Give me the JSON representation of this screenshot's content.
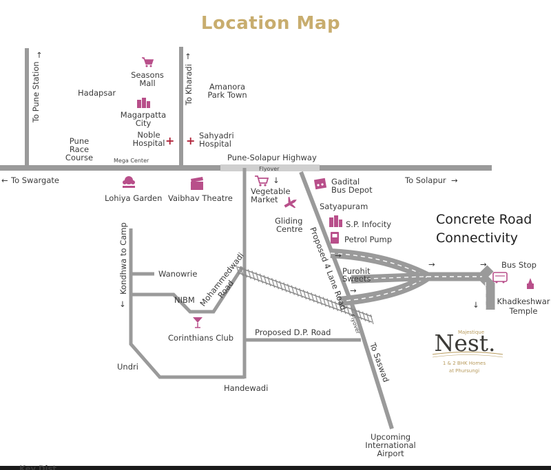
{
  "title": "Location Map",
  "roads": {
    "to_pune_station": "To Pune Station",
    "to_kharadi": "To Kharadi",
    "pune_solapur_highway": "Pune-Solapur Highway",
    "flyover": "Flyover",
    "to_swargate": "To Swargate",
    "to_solapur": "To Solapur",
    "kondhwa_to_camp": "Kondhwa to Camp",
    "mohammedwadi_road_1": "Mohammedwadi",
    "mohammedwadi_road_2": "Road",
    "proposed_4_lane_road": "Proposed 4 Lane Road",
    "proposed_dp_road": "Proposed D.P. Road",
    "to_saswad": "To Saswad",
    "flyover_lower": "Flyover"
  },
  "places": {
    "hadapsar": "Hadapsar",
    "seasons_mall_1": "Seasons",
    "seasons_mall_2": "Mall",
    "magarpatta_1": "Magarpatta",
    "magarpatta_2": "City",
    "noble_1": "Noble",
    "noble_2": "Hospital",
    "amanora_1": "Amanora",
    "amanora_2": "Park Town",
    "sahyadri_1": "Sahyadri",
    "sahyadri_2": "Hospital",
    "pune_race_1": "Pune",
    "pune_race_2": "Race",
    "pune_race_3": "Course",
    "mega_center": "Mega Center",
    "lohiya_garden": "Lohiya Garden",
    "vaibhav_theatre": "Vaibhav Theatre",
    "vegetable_1": "Vegetable",
    "vegetable_2": "Market",
    "gadital_1": "Gadital",
    "gadital_2": "Bus Depot",
    "satyapuram": "Satyapuram",
    "gliding_1": "Gliding",
    "gliding_2": "Centre",
    "sp_infocity": "S.P. Infocity",
    "petrol_pump": "Petrol Pump",
    "purohit_1": "Purohit",
    "purohit_2": "Sweets",
    "wanowrie": "Wanowrie",
    "nibm": "NIBM",
    "corinthians": "Corinthians Club",
    "undri": "Undri",
    "handewadi": "Handewadi",
    "bus_stop": "Bus Stop",
    "khadkeshwar_1": "Khadkeshwar",
    "khadkeshwar_2": "Temple",
    "airport_1": "Upcoming",
    "airport_2": "International",
    "airport_3": "Airport"
  },
  "callout": {
    "line1": "Concrete Road",
    "line2": "Connectivity"
  },
  "project": {
    "tagline_top": "Majestique",
    "name": "Nest.",
    "sub1": "1 & 2 BHK Homes",
    "sub2": "at Phursungi"
  },
  "footer_partial": "Key Dist",
  "colors": {
    "title_gold": "#c8ad6e",
    "road_gray": "#9a9a9a",
    "icon_pink": "#b84f8a",
    "arrow_maroon": "#a43a55",
    "hospital_red": "#b0243a"
  }
}
